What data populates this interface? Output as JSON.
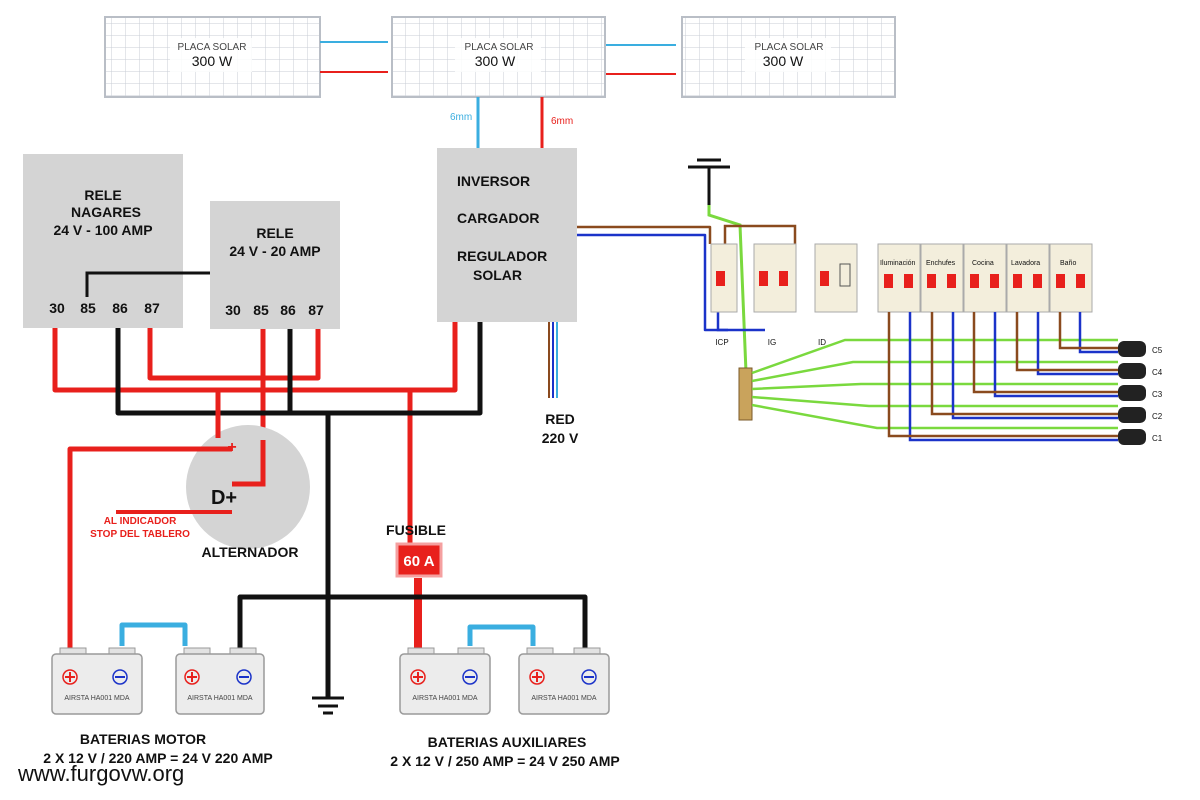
{
  "panels": [
    {
      "label": "PLACA SOLAR",
      "power": "300 W"
    },
    {
      "label": "PLACA SOLAR",
      "power": "300 W"
    },
    {
      "label": "PLACA SOLAR",
      "power": "300 W"
    }
  ],
  "cables": {
    "blue": "6mm",
    "red": "6mm"
  },
  "relay1": {
    "lines": [
      "RELE",
      "NAGARES",
      "24 V - 100 AMP"
    ],
    "terminals": [
      "30",
      "85",
      "86",
      "87"
    ]
  },
  "relay2": {
    "lines": [
      "RELE",
      "24 V - 20 AMP"
    ],
    "terminals": [
      "30",
      "85",
      "86",
      "87"
    ]
  },
  "inverter": {
    "lines": [
      "INVERSOR",
      "CARGADOR",
      "REGULADOR",
      "SOLAR"
    ]
  },
  "grid": {
    "lines": [
      "RED",
      "220 V"
    ]
  },
  "alternator": {
    "plus": "+",
    "d_plus": "D+",
    "label": "ALTERNADOR",
    "indicator": [
      "AL INDICADOR",
      "STOP DEL TABLERO"
    ]
  },
  "fuse": {
    "title": "FUSIBLE",
    "value": "60 A"
  },
  "breakers": {
    "labels": [
      "ICP",
      "IG",
      "ID"
    ],
    "circuits": [
      "Iluminación",
      "Enchufes",
      "Cocina",
      "Lavadora",
      "Baño"
    ],
    "outputs": [
      "C5",
      "C4",
      "C3",
      "C2",
      "C1"
    ]
  },
  "batteries_motor": {
    "title": "BATERIAS MOTOR",
    "spec": "2 X 12 V / 220 AMP = 24 V 220 AMP"
  },
  "batteries_aux": {
    "title": "BATERIAS AUXILIARES",
    "spec": "2 X 12 V / 250 AMP = 24 V 250 AMP"
  },
  "battery_label": "AIRSTA HA001 MDA",
  "watermark": "www.furgovw.org",
  "colors": {
    "red": "#e8201c",
    "black": "#111111",
    "blue": "#1b33c9",
    "brown": "#8a4a1e",
    "green": "#7ad93e",
    "cyan": "#3aaee0",
    "box": "#d4d4d4"
  }
}
